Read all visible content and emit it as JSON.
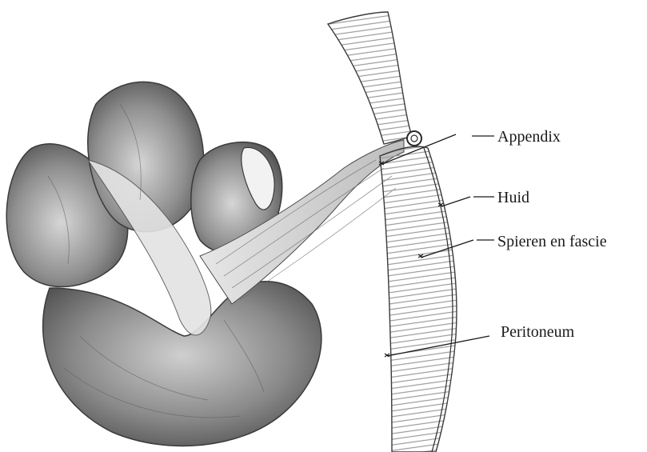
{
  "labels": {
    "appendix": "Appendix",
    "huid": "Huid",
    "spieren": "Spieren en fascie",
    "peritoneum": "Peritoneum"
  },
  "colors": {
    "ink": "#1a1a1a",
    "shade_dark": "#4a4a4a",
    "shade_mid": "#8a8a8a",
    "shade_light": "#c9c9c9",
    "paper": "#ffffff"
  }
}
